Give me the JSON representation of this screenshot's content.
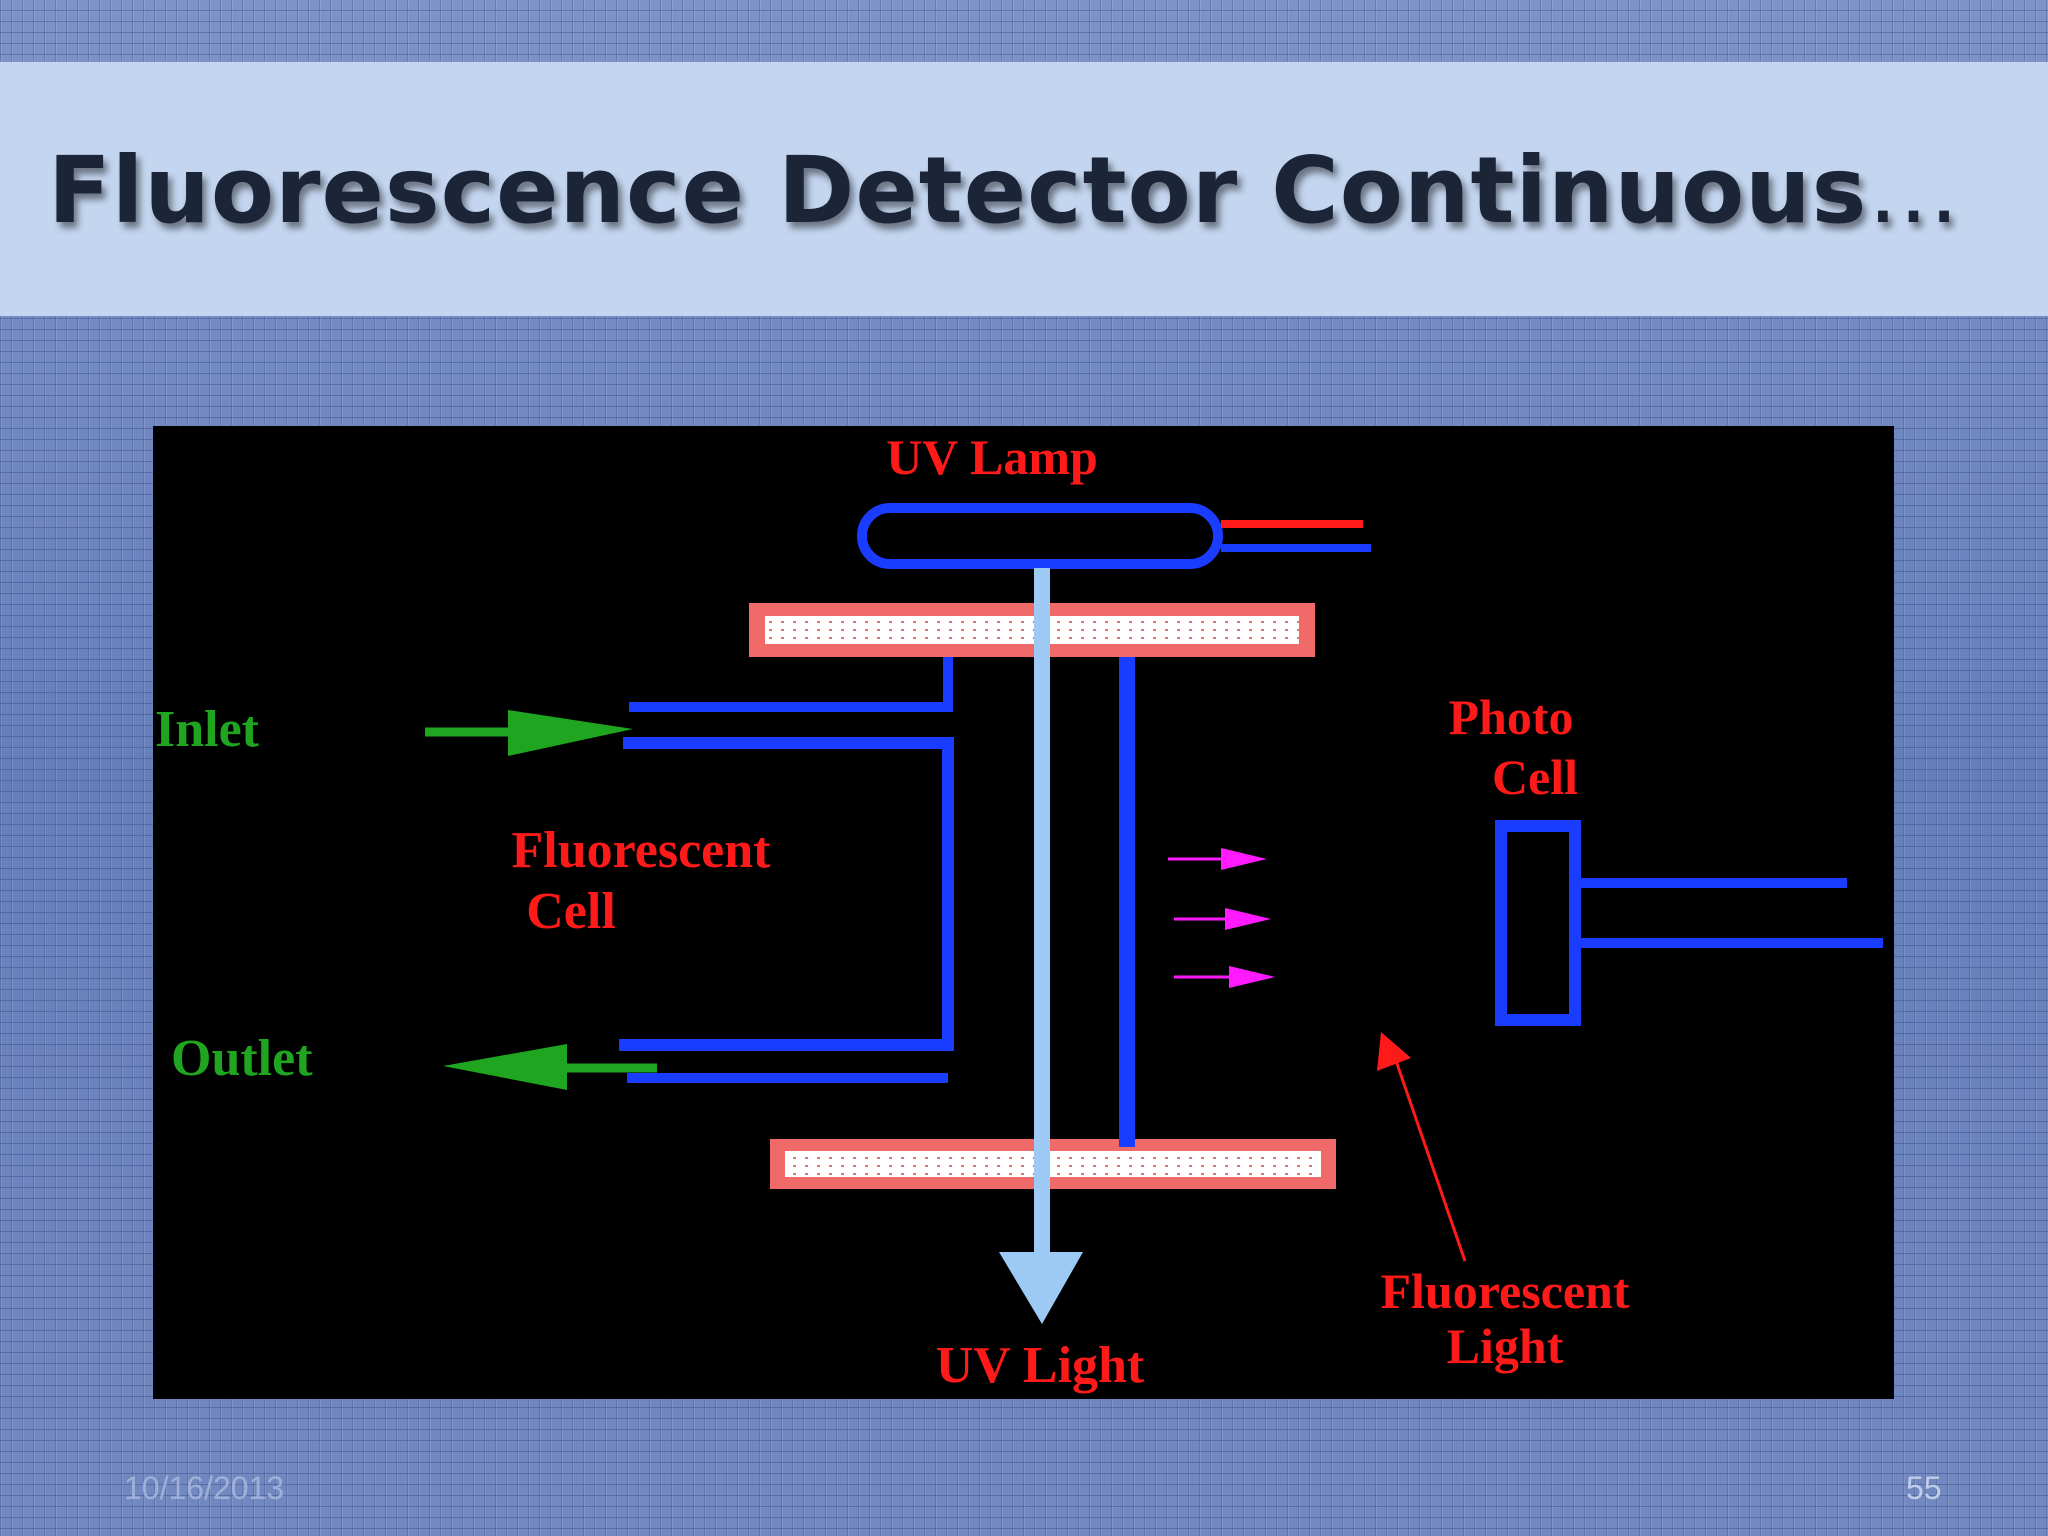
{
  "slide": {
    "title": "Fluorescence Detector Continuous",
    "title_ellipsis": "…",
    "date": "10/16/2013",
    "page_number": "55"
  },
  "diagram": {
    "labels": {
      "uv_lamp": "UV Lamp",
      "inlet": "Inlet",
      "outlet": "Outlet",
      "fluorescent_cell_line1": "Fluorescent",
      "fluorescent_cell_line2": "Cell",
      "photo_cell_line1": "Photo",
      "photo_cell_line2": "Cell",
      "fluorescent_light_line1": "Fluorescent",
      "fluorescent_light_line2": "Light",
      "uv_light": "UV Light"
    },
    "colors": {
      "background": "#000000",
      "tubing": "#1a3cff",
      "label_red": "#ff1a1a",
      "label_green": "#1fa51f",
      "window": "#f06a6a",
      "uv_beam": "#9ccaf5",
      "fluorescence_rays": "#ff1aff"
    }
  }
}
